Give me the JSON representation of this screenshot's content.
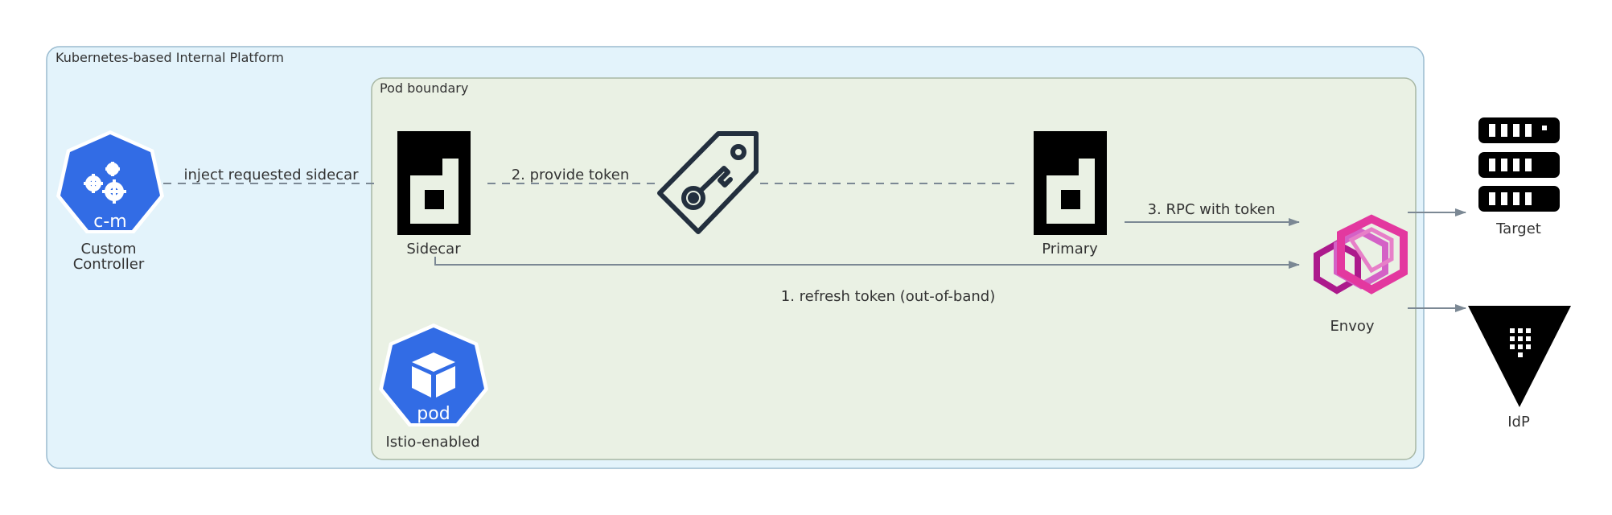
{
  "clusters": {
    "platform": "Kubernetes-based Internal Platform",
    "pod_boundary": "Pod boundary"
  },
  "nodes": {
    "controller": {
      "icon_text": "c-m",
      "label_line1": "Custom",
      "label_line2": "Controller",
      "icon": "kubernetes-controller-manager-icon"
    },
    "sidecar": {
      "label": "Sidecar",
      "icon": "application-icon"
    },
    "token": {
      "icon": "key-tag-icon"
    },
    "primary": {
      "label": "Primary",
      "icon": "application-icon"
    },
    "pod": {
      "icon_text": "pod",
      "label": "Istio-enabled",
      "icon": "kubernetes-pod-icon"
    },
    "envoy": {
      "label": "Envoy",
      "icon": "envoy-icon"
    },
    "target": {
      "label": "Target",
      "icon": "server-rack-icon"
    },
    "idp": {
      "label": "IdP",
      "icon": "vault-icon"
    }
  },
  "edges": {
    "inject": "inject requested sidecar",
    "provide": "2. provide token",
    "rpc": "3. RPC with token",
    "refresh": "1. refresh token (out-of-band)"
  },
  "colors": {
    "platform_fill": "#e3f3fb",
    "platform_stroke": "#9bbcd0",
    "pod_fill": "#eaf1e4",
    "pod_stroke": "#a8b7a4",
    "k8s_blue": "#326ce5",
    "envoy_magenta": "#d6249f",
    "edge": "#7b8894"
  }
}
